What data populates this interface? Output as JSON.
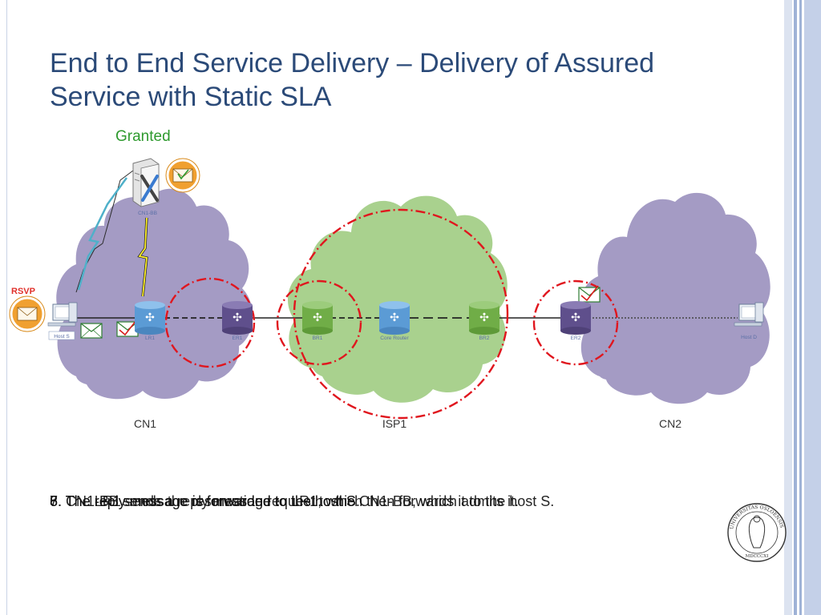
{
  "slide": {
    "title": "End to End Service Delivery – Delivery of Assured Service with Static SLA",
    "status_text": "Granted"
  },
  "diagram": {
    "rsvp_label": "RSVP",
    "server_label": "CN1-BB",
    "networks": {
      "cn1": "CN1",
      "isp1": "ISP1",
      "cn2": "CN2"
    },
    "nodes": {
      "host_s": "Host S",
      "lr1": "LR1",
      "er1": "ER1",
      "br1": "BR1",
      "core": "Core Router",
      "br2": "BR2",
      "er2": "ER2",
      "host_d": "Host D"
    },
    "colors": {
      "cloud_purple": "#a49bc4",
      "cloud_green": "#a9d18e",
      "router_blue": "#5b9bd5",
      "router_purple": "#5f4f8c",
      "router_green": "#70ad47",
      "sla_circle": "#e0161e",
      "envelope_orange": "#f0a030"
    }
  },
  "steps": [
    "8. The reply message is forwarded to the host S.",
    "7. CN1-BB sends a reply message to LR1, which then forwards it to the host S.",
    "6. The LR1 sends the reservation request to the CN1-BB, which admits it."
  ]
}
